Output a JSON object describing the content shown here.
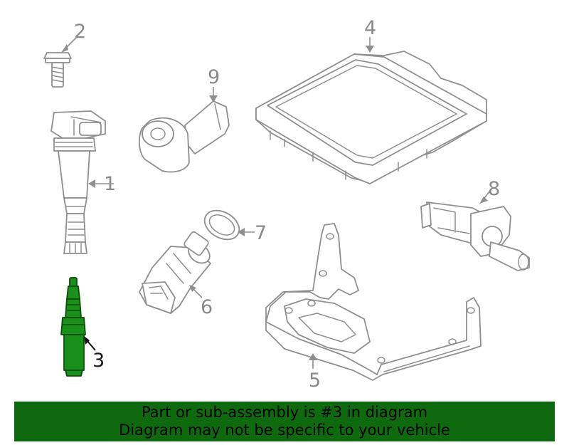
{
  "callouts": {
    "c1": "1",
    "c2": "2",
    "c3": "3",
    "c4": "4",
    "c5": "5",
    "c6": "6",
    "c7": "7",
    "c8": "8",
    "c9": "9"
  },
  "highlight": {
    "callout": "3",
    "color": "#1a8f1a"
  },
  "banner": {
    "line1": "Part or sub-assembly is #3 in diagram",
    "line2": "Diagram may not be specific to your vehicle",
    "background": "#0f6a0f"
  }
}
